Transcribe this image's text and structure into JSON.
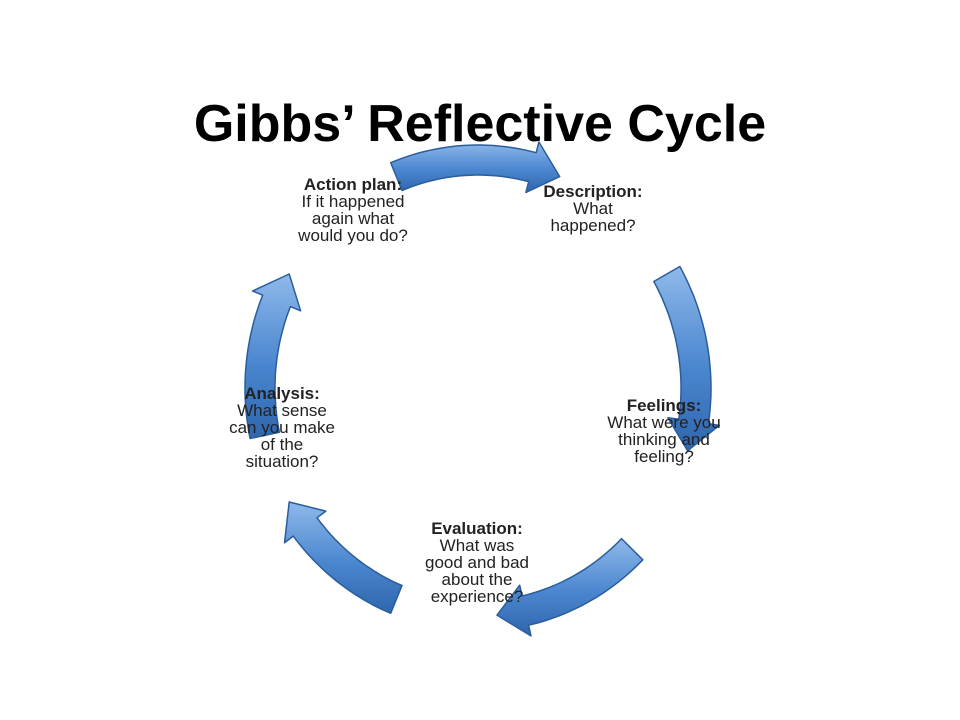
{
  "title": "Gibbs’ Reflective Cycle",
  "colors": {
    "arrow_fill": "#4a86cf",
    "arrow_stroke": "#2a5d9c",
    "arrow_highlight": "#8fb9ea"
  },
  "stages": {
    "description": {
      "head": "Description:",
      "question": "What\nhappened?"
    },
    "feelings": {
      "head": "Feelings:",
      "question": "What were you\nthinking  and\nfeeling?"
    },
    "evaluation": {
      "head": "Evaluation:",
      "question": "What was\ngood and bad\nabout the\nexperience?"
    },
    "analysis": {
      "head": "Analysis:",
      "question": "What sense\ncan you make\nof the\nsituation?"
    },
    "action_plan": {
      "head": "Action plan:",
      "question": "If it happened\nagain what\nwould you do?"
    }
  },
  "arrows": [
    {
      "from": "action_plan",
      "to": "description",
      "icon": "curved-arrow-icon"
    },
    {
      "from": "description",
      "to": "feelings",
      "icon": "curved-arrow-icon"
    },
    {
      "from": "feelings",
      "to": "evaluation",
      "icon": "curved-arrow-icon"
    },
    {
      "from": "evaluation",
      "to": "analysis",
      "icon": "curved-arrow-icon"
    },
    {
      "from": "analysis",
      "to": "action_plan",
      "icon": "curved-arrow-icon"
    }
  ]
}
